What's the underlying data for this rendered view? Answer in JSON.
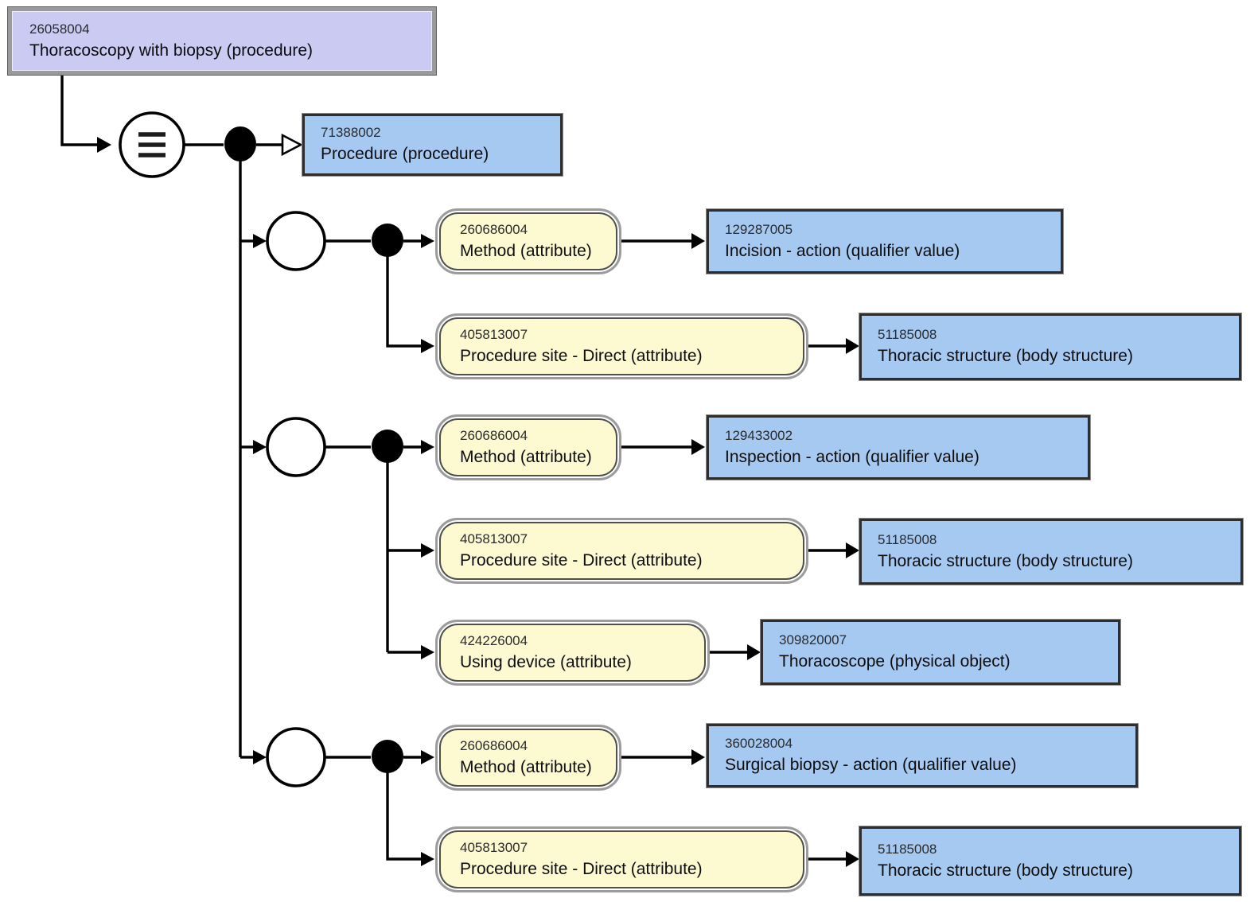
{
  "diagram": {
    "concept": {
      "id": "26058004",
      "term": "Thoracoscopy with biopsy (procedure)"
    },
    "isa": {
      "id": "71388002",
      "term": "Procedure (procedure)"
    },
    "groups": [
      {
        "attributes": [
          {
            "attr_id": "260686004",
            "attr_term": "Method (attribute)",
            "value_id": "129287005",
            "value_term": "Incision - action (qualifier value)"
          },
          {
            "attr_id": "405813007",
            "attr_term": "Procedure site - Direct (attribute)",
            "value_id": "51185008",
            "value_term": "Thoracic structure (body structure)"
          }
        ]
      },
      {
        "attributes": [
          {
            "attr_id": "260686004",
            "attr_term": "Method (attribute)",
            "value_id": "129433002",
            "value_term": "Inspection - action (qualifier value)"
          },
          {
            "attr_id": "405813007",
            "attr_term": "Procedure site - Direct (attribute)",
            "value_id": "51185008",
            "value_term": "Thoracic structure (body structure)"
          },
          {
            "attr_id": "424226004",
            "attr_term": "Using device (attribute)",
            "value_id": "309820007",
            "value_term": "Thoracoscope (physical object)"
          }
        ]
      },
      {
        "attributes": [
          {
            "attr_id": "260686004",
            "attr_term": "Method (attribute)",
            "value_id": "360028004",
            "value_term": "Surgical biopsy - action (qualifier value)"
          },
          {
            "attr_id": "405813007",
            "attr_term": "Procedure site - Direct (attribute)",
            "value_id": "51185008",
            "value_term": "Thoracic structure (body structure)"
          }
        ]
      }
    ],
    "colors": {
      "defined_concept_fill": "#cbcaf3",
      "concept_fill": "#a6c9f2",
      "attribute_fill": "#fdfad2",
      "frame_gray": "#9a9a9a",
      "line_black": "#000000"
    }
  }
}
